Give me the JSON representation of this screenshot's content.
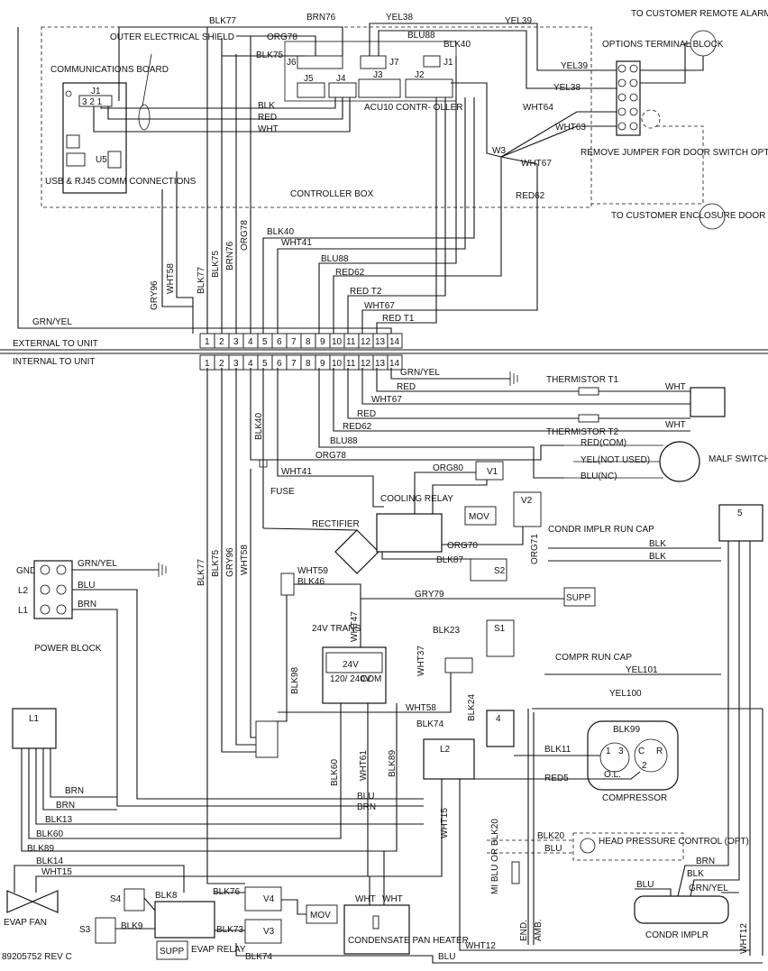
{
  "boxes": {
    "controller_box": "CONTROLLER BOX",
    "comm_board": "COMMUNICATIONS BOARD",
    "usb_rj45": "USB & RJ45 COMM CONNECTIONS",
    "outer_shield": "OUTER ELECTRICAL SHIELD",
    "acu10": "ACU10 CONTR- OLLER",
    "options_block": "OPTIONS TERMINAL BLOCK",
    "remote_alarm": "TO CUSTOMER REMOTE ALARM INDICATOR",
    "remove_jumper": "REMOVE JUMPER FOR DOOR SWITCH OPTION",
    "door_switch": "TO CUSTOMER ENCLOSURE DOOR SWITCH",
    "power_block": "POWER BLOCK",
    "cooling_relay": "COOLING RELAY",
    "rectifier": "RECTIFIER",
    "fuse": "FUSE",
    "trans": "24V TRANS",
    "trans_24v": "24V",
    "trans_120": "120/ 240V",
    "trans_com": "COM",
    "compressor": "COMPRESSOR",
    "compr_run_cap": "COMPR RUN CAP",
    "condr_run_cap": "CONDR IMPLR RUN CAP",
    "head_pressure": "HEAD PRESSURE CONTROL (OPT)",
    "condr_implr": "CONDR IMPLR",
    "evap_fan": "EVAP FAN",
    "evap_relay": "EVAP RELAY",
    "condensate": "CONDENSATE PAN HEATER",
    "thermistor_t1": "THERMISTOR T1",
    "thermistor_t2": "THERMISTOR T2",
    "malf_switch": "MALF SWITCH (OPTIONAL)",
    "external": "EXTERNAL TO UNIT",
    "internal": "INTERNAL TO UNIT",
    "footer": "89205752 REV C"
  },
  "connectors": {
    "j1": "J1",
    "j2": "J2",
    "j3": "J3",
    "j4": "J4",
    "j5": "J5",
    "j6": "J6",
    "j7": "J7",
    "jh1": "J1",
    "u5": "U5",
    "l1": "L1",
    "l2": "L2",
    "v1": "V1",
    "v2": "V2",
    "v3": "V3",
    "v4": "V4",
    "s1": "S1",
    "s2": "S2",
    "s3": "S3",
    "s4": "S4",
    "c4": "4",
    "c5": "5",
    "supp": "SUPP",
    "supp2": "SUPP",
    "mov": "MOV",
    "mov2": "MOV",
    "gnd": "GND",
    "pl2": "L2",
    "pl1": "L1",
    "cap_c": "C",
    "cap_r": "R",
    "ol": "O.L.",
    "pin1": "1",
    "pin3": "3",
    "pin2": "2",
    "ol_1": "1",
    "ol_3": "3"
  },
  "terminal_numbers": [
    "1",
    "2",
    "3",
    "4",
    "5",
    "6",
    "7",
    "8",
    "9",
    "10",
    "11",
    "12",
    "13",
    "14"
  ],
  "wires": {
    "blk77": "BLK77",
    "brn76": "BRN76",
    "yel38": "YEL38",
    "yel39": "YEL39",
    "yel39b": "YEL39",
    "yel38b": "YEL38",
    "org78": "ORG78",
    "blu88": "BLU88",
    "blk40": "BLK40",
    "blk75": "BLK75",
    "blk": "BLK",
    "red": "RED",
    "wht": "WHT",
    "wht64": "WHT64",
    "wht63": "WHT63",
    "w3": "W3",
    "wht67": "WHT67",
    "red62": "RED62",
    "blk40b": "BLK40",
    "wht41": "WHT41",
    "blu88b": "BLU88",
    "red62b": "RED62",
    "red_t2": "RED T2",
    "wht67b": "WHT67",
    "red_t1": "RED T1",
    "grn_yel": "GRN/YEL",
    "gry96": "GRY96",
    "wht58": "WHT58",
    "blk77v": "BLK77",
    "blk75v": "BLK75",
    "brn76v": "BRN76",
    "org78v": "ORG78",
    "grn_yel_b": "GRN/YEL",
    "red_b": "RED",
    "wht67c": "WHT67",
    "red_c": "RED",
    "red62c": "RED62",
    "blu88c": "BLU88",
    "org78b": "ORG78",
    "wht41b": "WHT41",
    "blk40v": "BLK40",
    "wht_t1": "WHT",
    "wht_t2": "WHT",
    "red_com": "RED(COM)",
    "yel_not": "YEL(NOT USED)",
    "blu_nc": "BLU(NC)",
    "org80": "ORG80",
    "org70": "ORG70",
    "blk87": "BLK87",
    "org71": "ORG71",
    "wht59": "WHT59",
    "blk46": "BLK46",
    "gry79": "GRY79",
    "wht47": "WHT47",
    "blk23": "BLK23",
    "wht37": "WHT37",
    "blk_condr": "BLK",
    "blk_condr2": "BLK",
    "yel101": "YEL101",
    "yel100": "YEL100",
    "blk99": "BLK99",
    "blk11": "BLK11",
    "red5": "RED5",
    "blk24": "BLK24",
    "wht58b": "WHT58",
    "blk74": "BLK74",
    "blk77b": "BLK77",
    "blk75b": "BLK75",
    "gry96b": "GRY96",
    "wht58c": "WHT58",
    "grn_yel_p": "GRN/YEL",
    "blu_p": "BLU",
    "brn_p": "BRN",
    "blk98": "BLK98",
    "blk60": "BLK60",
    "wht61": "WHT61",
    "blk89": "BLK89",
    "brn_l1": "BRN",
    "brn_l1b": "BRN",
    "blk13": "BLK13",
    "blk60b": "BLK60",
    "blk89b": "BLK89",
    "blk14": "BLK14",
    "wht15": "WHT15",
    "blu_l2": "BLU",
    "brn_l2": "BRN",
    "wht15b": "WHT15",
    "blk20": "BLK20",
    "blu_hp": "BLU",
    "mi_blu": "MI BLU OR BLK20",
    "end": "END.",
    "amb": "AMB.",
    "brn_ci": "BRN",
    "blk_ci": "BLK",
    "grn_yel_ci": "GRN/YEL",
    "blu_ci": "BLU",
    "wht12": "WHT12",
    "wht12b": "WHT12",
    "blu_bot": "BLU",
    "blk8": "BLK8",
    "blk9": "BLK9",
    "blk76": "BLK76",
    "blk73": "BLK73",
    "blk74b": "BLK74",
    "wht_h1": "WHT",
    "wht_h2": "WHT"
  }
}
